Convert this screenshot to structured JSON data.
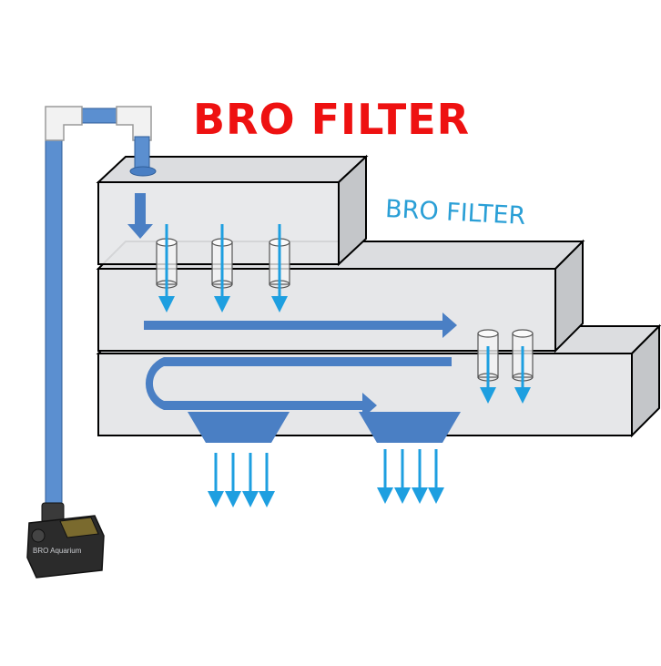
{
  "title": "BRO FILTER",
  "subtitle": "BRO FILTER",
  "pump": {
    "label": "BRO Aquarium"
  },
  "colors": {
    "title": "#ee1111",
    "subtitle": "#2a9fd6",
    "box_fill": "#e6e7e9",
    "box_side": "#c4c6c9",
    "outline": "#000000",
    "pipe": "#5b8fd0",
    "fixture_white": "#f2f2f2",
    "flow_arrow": "#5b8fd0",
    "drip_arrow": "#1e9fe0",
    "pump_body": "#2b2b2b"
  }
}
